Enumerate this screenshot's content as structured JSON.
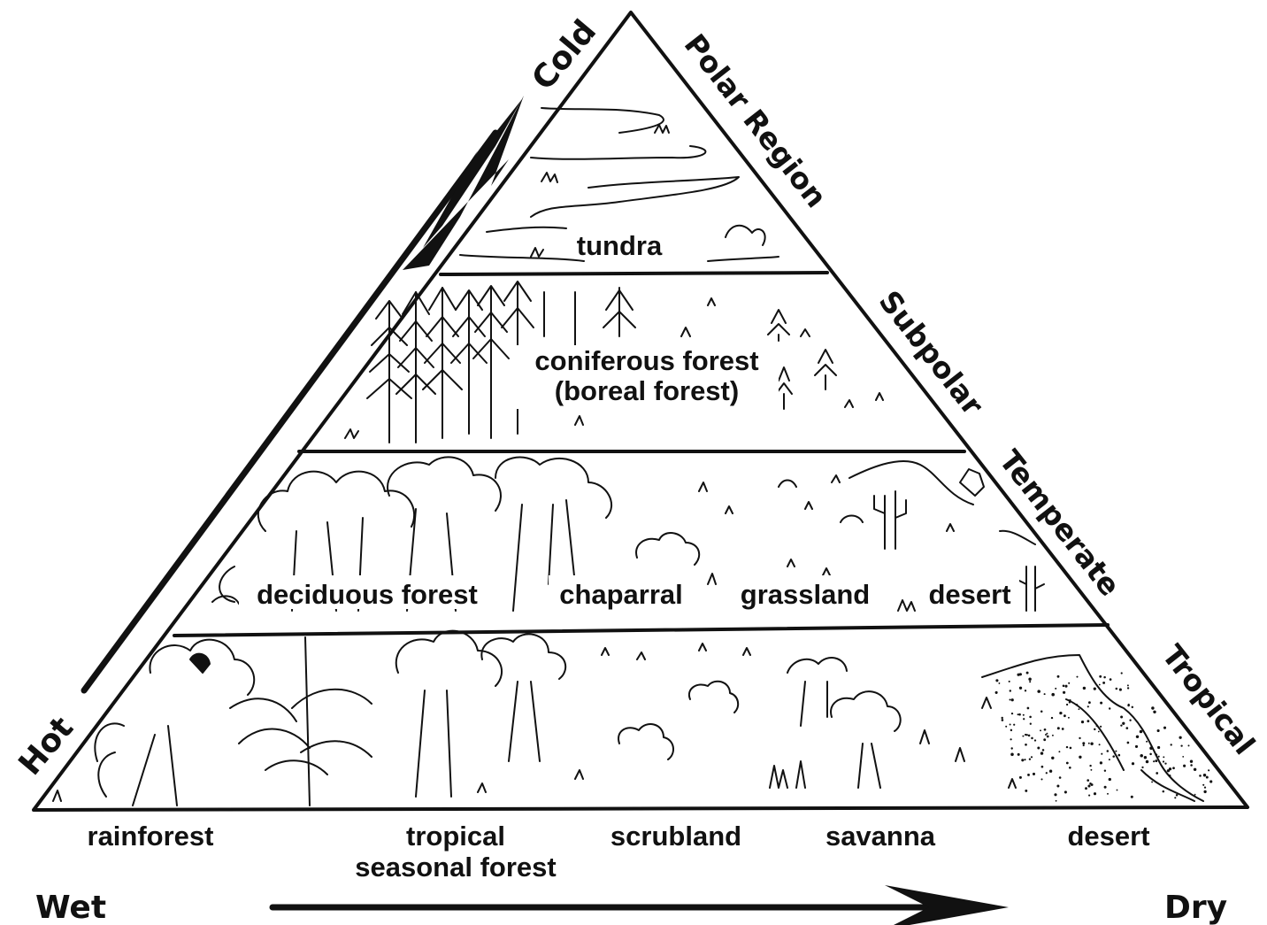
{
  "axes": {
    "temperature": {
      "low": "Hot",
      "high": "Cold"
    },
    "moisture": {
      "low": "Wet",
      "high": "Dry"
    }
  },
  "zones": [
    "Polar Region",
    "Subpolar",
    "Temperate",
    "Tropical"
  ],
  "tiers": {
    "polar": [
      "tundra"
    ],
    "subpolar": [
      "coniferous forest",
      "(boreal forest)"
    ],
    "temperate": [
      "deciduous forest",
      "chaparral",
      "grassland",
      "desert"
    ],
    "tropical": [
      "rainforest",
      "tropical",
      "seasonal forest",
      "scrubland",
      "savanna",
      "desert"
    ]
  }
}
